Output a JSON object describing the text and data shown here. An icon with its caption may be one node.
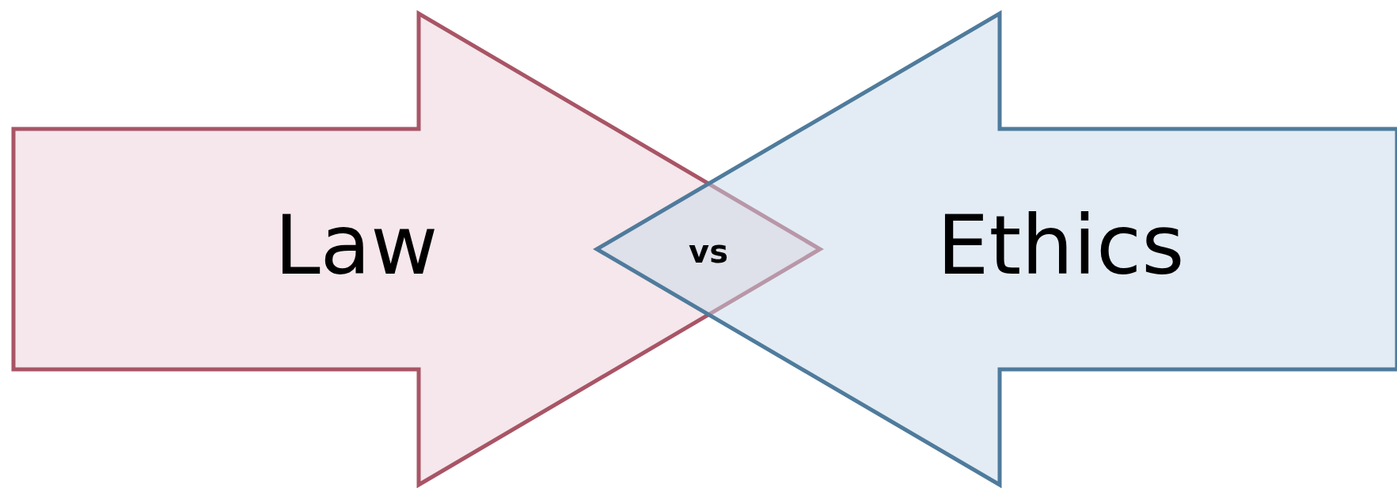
{
  "diagram": {
    "nodes": [
      {
        "text": [
          "Law"
        ]
      },
      {
        "text": [
          "Ethics"
        ]
      }
    ],
    "labels": [
      "vs"
    ]
  }
}
